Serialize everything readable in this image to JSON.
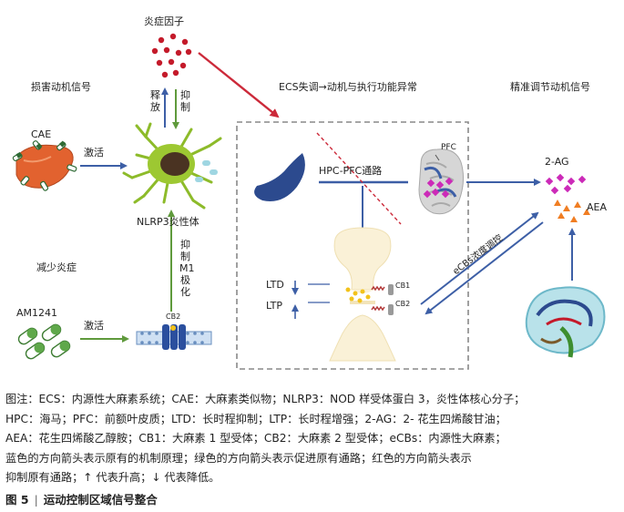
{
  "labels": {
    "inflam_factors": "炎症因子",
    "damage_signal": "损害动机信号",
    "release": "释放",
    "inhibit_top": "抑制",
    "cae": "CAE",
    "activate_top": "激活",
    "nlrp3": "NLRP3炎性体",
    "reduce_inflam": "减少炎症",
    "inhibit_m1": "抑制M1极化",
    "am1241": "AM1241",
    "activate_bottom": "激活",
    "cb2_receptor": "CB2",
    "ecs_dysreg": "ECS失调→动机与执行功能异常",
    "hpc_pfc": "HPC-PFC通路",
    "pfc": "PFC",
    "ltd": "LTD",
    "ltp": "LTP",
    "cb1": "CB1",
    "cb2": "CB2",
    "ecbs_reg": "eCBs浓度调控",
    "fine_tune": "精准调节动机信号",
    "two_ag": "2-AG",
    "aea": "AEA"
  },
  "caption": {
    "lines": [
      "图注：ECS：内源性大麻素系统；CAE：大麻素类似物；NLRP3：NOD 样受体蛋白 3，炎性体核心分子；",
      "HPC：海马；PFC：前额叶皮质；LTD：长时程抑制；LTP：长时程增强；2-AG：2- 花生四烯酸甘油；",
      "AEA：花生四烯酸乙醇胺；CB1：大麻素 1 型受体；CB2：大麻素 2 型受体；eCBs：内源性大麻素；",
      "蓝色的方向箭头表示原有的机制原理；绿色的方向箭头表示促进原有通路；红色的方向箭头表示",
      "抑制原有通路；↑ 代表升高；↓ 代表降低。"
    ]
  },
  "figure_title": {
    "number": "图 5",
    "separator": "|",
    "text": "运动控制区域信号整合"
  },
  "colors": {
    "blue_arrow": "#3d5fa6",
    "green_arrow": "#5f9a3c",
    "red_arrow": "#cc2a3a",
    "dots_red": "#c41a2a",
    "magenta": "#cc2ab8",
    "orange": "#f07d22"
  }
}
